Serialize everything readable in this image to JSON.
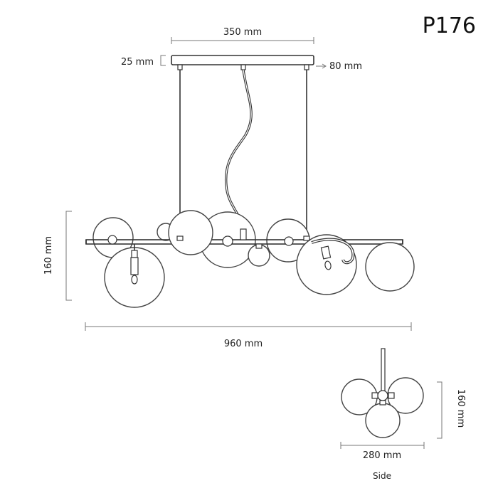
{
  "model": "P176",
  "dimensions": {
    "canopy_width": "350 mm",
    "canopy_height": "25 mm",
    "canopy_depth": "80 mm",
    "front_height": "160 mm",
    "front_width": "960 mm",
    "side_height": "160 mm",
    "side_width": "280 mm"
  },
  "views": {
    "side_label": "Side"
  }
}
